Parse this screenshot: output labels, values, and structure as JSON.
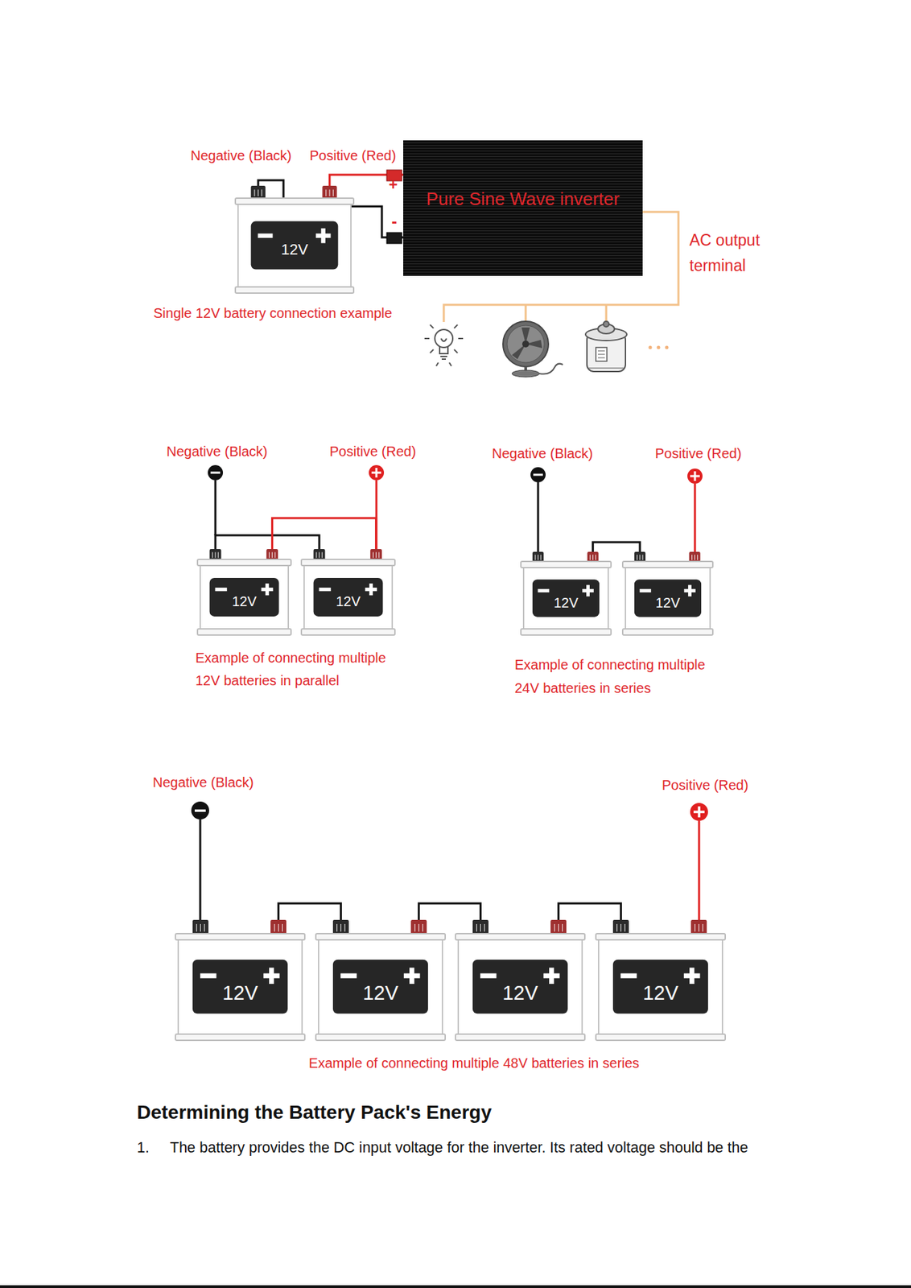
{
  "diagram": {
    "nodes": [
      {
        "text": [
          "12V"
        ]
      },
      {
        "text": [
          "Pure Sine Wave inverter"
        ]
      },
      {
        "text": [
          "12V"
        ]
      },
      {
        "text": [
          "12V"
        ]
      },
      {
        "text": [
          "12V"
        ]
      },
      {
        "text": [
          "12V"
        ]
      },
      {
        "text": [
          "12V"
        ]
      },
      {
        "text": [
          "12V"
        ]
      },
      {
        "text": [
          "12V"
        ]
      },
      {
        "text": [
          "12V"
        ]
      }
    ],
    "edges": [
      {
        "from": 0,
        "to": 1,
        "arrow": "none"
      },
      {
        "from": 0,
        "to": 1,
        "arrow": "none"
      },
      {
        "from": 2,
        "to": 3,
        "arrow": "none"
      },
      {
        "from": 2,
        "to": 3,
        "arrow": "none"
      },
      {
        "from": 4,
        "to": 5,
        "arrow": "none"
      },
      {
        "from": 6,
        "to": 7,
        "arrow": "none"
      },
      {
        "from": 7,
        "to": 8,
        "arrow": "none"
      },
      {
        "from": 8,
        "to": 9,
        "arrow": "none"
      }
    ],
    "labels": [
      "Negative (Black)",
      "Positive (Red)",
      "+",
      "-",
      "AC output terminal",
      "Single 12V battery connection example",
      "Negative (Black)",
      "Positive (Red)",
      "Example of connecting multiple 12V batteries in parallel",
      "Negative (Black)",
      "Positive (Red)",
      "Example of connecting multiple 24V batteries in series",
      "Negative (Black)",
      "Positive (Red)",
      "Example of connecting multiple 48V batteries in series",
      "Determining the Battery Pack's Energy",
      "1.",
      "The battery provides the DC input voltage for the inverter. Its rated voltage should be the"
    ]
  }
}
